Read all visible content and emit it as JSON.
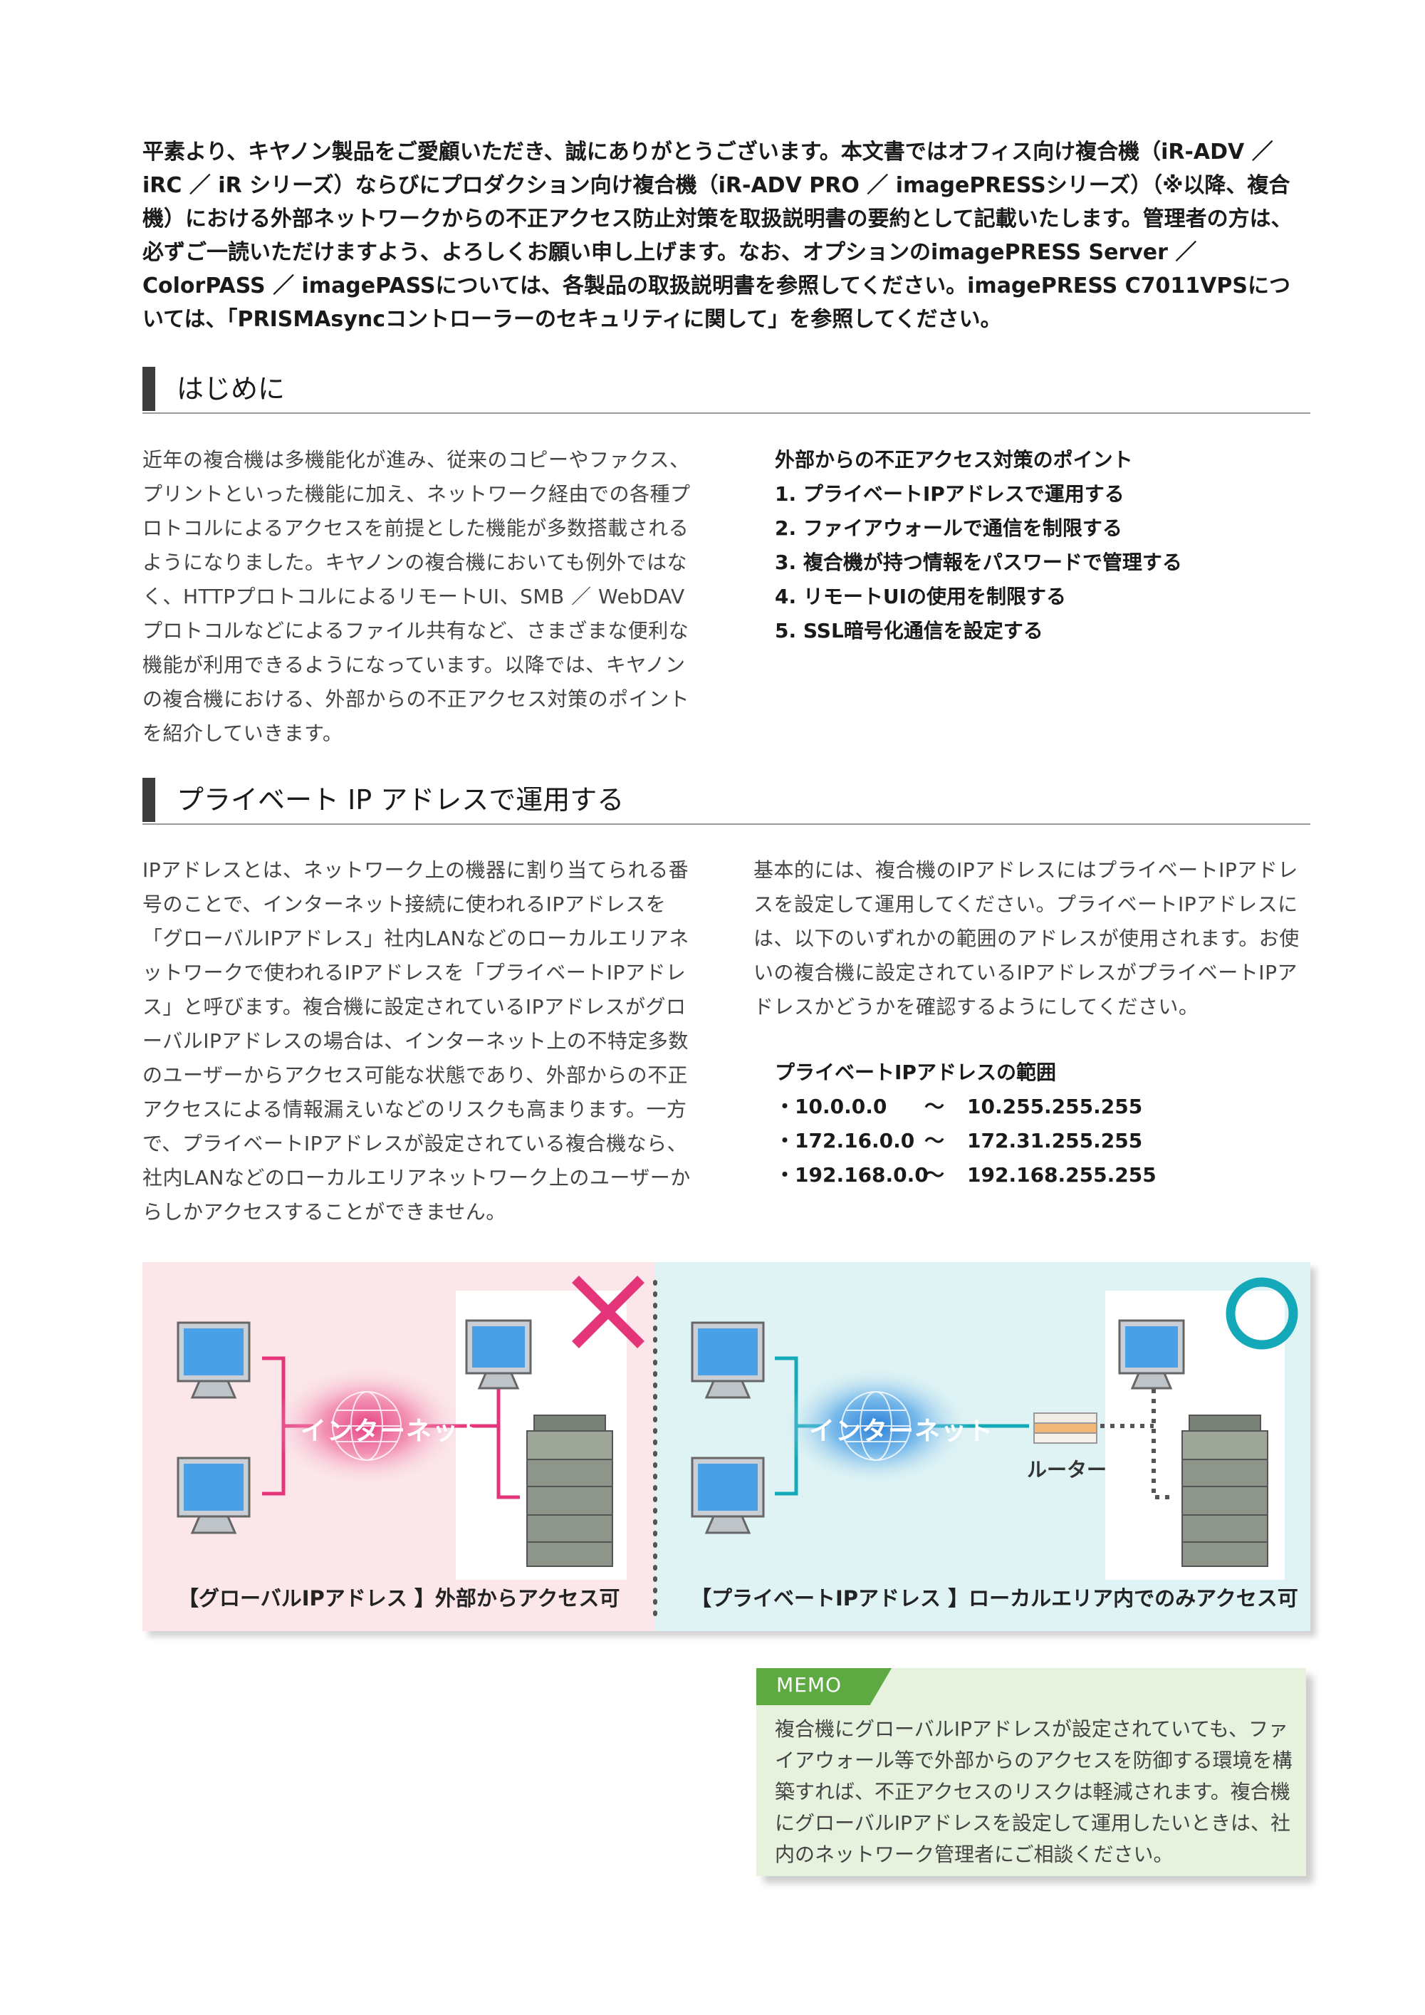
{
  "intro": "平素より、キヤノン製品をご愛顧いただき、誠にありがとうございます。本文書ではオフィス向け複合機（iR-ADV ／ iRC ／ iR シリーズ）ならびにプロダクション向け複合機（iR-ADV PRO ／ imagePRESSシリーズ）（※以降、複合機）における外部ネットワークからの不正アクセス防止対策を取扱説明書の要約として記載いたします。管理者の方は、必ずご一読いただけますよう、よろしくお願い申し上げます。なお、オプションのimagePRESS Server ／ ColorPASS ／ imagePASSについては、各製品の取扱説明書を参照してください。imagePRESS C7011VPSについては、「PRISMAsyncコントローラーのセキュリティに関して」を参照してください。",
  "section1": {
    "heading": "はじめに",
    "body": "近年の複合機は多機能化が進み、従来のコピーやファクス、プリントといった機能に加え、ネットワーク経由での各種プロトコルによるアクセスを前提とした機能が多数搭載されるようになりました。キヤノンの複合機においても例外ではなく、HTTPプロトコルによるリモートUI、SMB ／ WebDAVプロトコルなどによるファイル共有など、さまざまな便利な機能が利用できるようになっています。以降では、キヤノンの複合機における、外部からの不正アクセス対策のポイントを紹介していきます。",
    "points_title": "外部からの不正アクセス対策のポイント",
    "points": [
      "1. プライベートIPアドレスで運用する",
      "2. ファイアウォールで通信を制限する",
      "3. 複合機が持つ情報をパスワードで管理する",
      "4. リモートUIの使用を制限する",
      "5. SSL暗号化通信を設定する"
    ]
  },
  "section2": {
    "heading": "プライベート IP アドレスで運用する",
    "left_body": "IPアドレスとは、ネットワーク上の機器に割り当てられる番号のことで、インターネット接続に使われるIPアドレスを「グローバルIPアドレス」社内LANなどのローカルエリアネットワークで使われるIPアドレスを「プライベートIPアドレス」と呼びます。複合機に設定されているIPアドレスがグローバルIPアドレスの場合は、インターネット上の不特定多数のユーザーからアクセス可能な状態であり、外部からの不正アクセスによる情報漏えいなどのリスクも高まります。一方で、プライベートIPアドレスが設定されている複合機なら、社内LANなどのローカルエリアネットワーク上のユーザーからしかアクセスすることができません。",
    "right_body": "基本的には、複合機のIPアドレスにはプライベートIPアドレスを設定して運用してください。プライベートIPアドレスには、以下のいずれかの範囲のアドレスが使用されます。お使いの複合機に設定されているIPアドレスがプライベートIPアドレスかどうかを確認するようにしてください。",
    "range_title": "プライベートIPアドレスの範囲",
    "ranges": [
      {
        "from": "・10.0.0.0",
        "sep": "〜",
        "to": "10.255.255.255"
      },
      {
        "from": "・172.16.0.0",
        "sep": "〜",
        "to": "172.31.255.255"
      },
      {
        "from": "・192.168.0.0",
        "sep": "〜",
        "to": "192.168.255.255"
      }
    ]
  },
  "diagram": {
    "left_net_label": "インターネット",
    "right_net_label": "インターネット",
    "router_label": "ルーター",
    "left_caption": "【グローバルIPアドレス 】外部からアクセス可",
    "right_caption": "【プライベートIPアドレス 】ローカルエリア内でのみアクセス可",
    "colors": {
      "left_bg": "#fbe6ea",
      "right_bg": "#dff3f4",
      "magenta": "#e4357a",
      "cyan": "#13a9b8"
    }
  },
  "memo": {
    "tag": "MEMO",
    "text": "複合機にグローバルIPアドレスが設定されていても、ファイアウォール等で外部からのアクセスを防御する環境を構築すれば、不正アクセスのリスクは軽減されます。複合機にグローバルIPアドレスを設定して運用したいときは、社内のネットワーク管理者にご相談ください。"
  }
}
